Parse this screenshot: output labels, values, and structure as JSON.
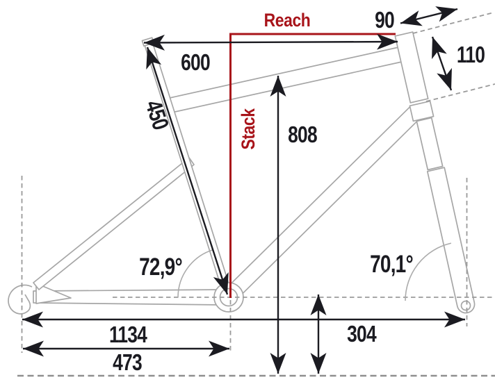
{
  "diagram": {
    "type": "bicycle-frame-geometry",
    "colors": {
      "accent_red": "#a8141a",
      "dimension_black": "#1b1b21",
      "frame_gray": "#a6a6a6"
    },
    "labels": {
      "reach": "Reach",
      "stack": "Stack"
    },
    "dims": {
      "top_tube": "600",
      "stem": "90",
      "head_tube": "110",
      "seat_tube": "450",
      "standover": "808",
      "seat_tube_angle": "72,9°",
      "head_tube_angle": "70,1°",
      "wheelbase": "1134",
      "rear_center": "473",
      "bb_height": "304"
    }
  }
}
